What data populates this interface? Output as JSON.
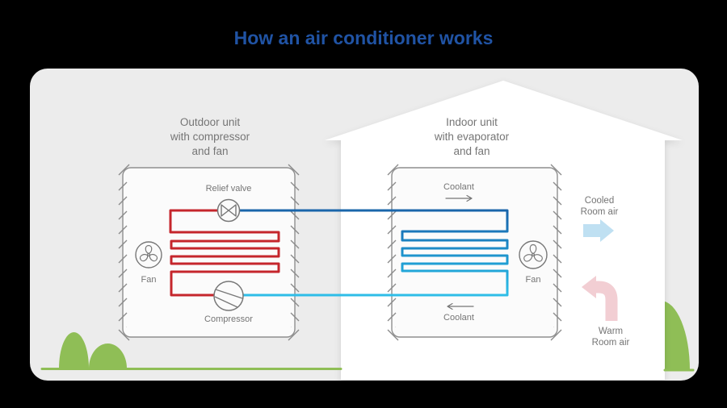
{
  "title": {
    "text": "How an air conditioner works",
    "color": "#2053a4"
  },
  "scene": {
    "background_color": "#000000",
    "panel_color": "#ececec",
    "house_color": "#ffffff",
    "greenery_color": "#8fbe56",
    "unit_fill": "#fbfbfb",
    "unit_border": "#8f8f8f",
    "label_gray": "#757575"
  },
  "outdoor_unit": {
    "label_lines": [
      "Outdoor unit",
      "with compressor",
      "and fan"
    ],
    "relief_valve_label": "Relief valve",
    "compressor_label": "Compressor",
    "fan_label": "Fan",
    "coil_color": "#c5262c"
  },
  "indoor_unit": {
    "label_lines": [
      "Indoor unit",
      "with evaporator",
      "and fan"
    ],
    "fan_label": "Fan",
    "coolant_top_label": "Coolant",
    "coolant_bottom_label": "Coolant",
    "coil_color_start": "#1a61a7",
    "coil_color_mid1": "#1b7cbd",
    "coil_color_mid2": "#1f9fd4",
    "coil_color_end": "#2ebde7"
  },
  "airflow": {
    "cooled_lines": [
      "Cooled",
      "Room air"
    ],
    "warm_lines": [
      "Warm",
      "Room air"
    ],
    "cooled_arrow_color": "#bfe0f2",
    "warm_arrow_color": "#f2ced3"
  },
  "icons": {
    "fan_icon": "3-blade fan in circle",
    "relief_valve_icon": "bowtie valve in circle",
    "compressor_icon": "circle with converging chords",
    "coolant_flow_right_icon": "→",
    "coolant_flow_left_icon": "←",
    "cooled_air_arrow_icon": "thick right arrow",
    "warm_air_arrow_icon": "curved elbow arrow pointing left"
  }
}
